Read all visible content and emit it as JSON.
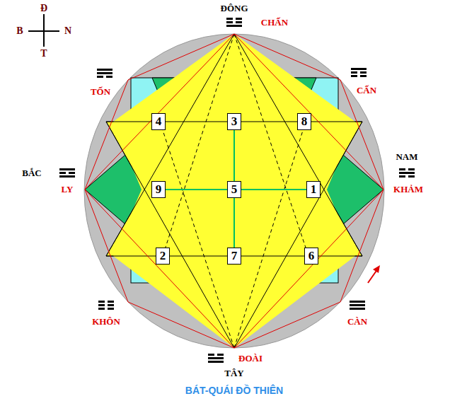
{
  "diagram": {
    "caption": "BÁT-QUÁI ĐỒ THIÊN",
    "nodes": [
      {
        "text": [
          "4"
        ]
      },
      {
        "text": [
          "3"
        ]
      },
      {
        "text": [
          "8"
        ]
      },
      {
        "text": [
          "9"
        ]
      },
      {
        "text": [
          "5"
        ]
      },
      {
        "text": [
          "1"
        ]
      },
      {
        "text": [
          "2"
        ]
      },
      {
        "text": [
          "7"
        ]
      },
      {
        "text": [
          "6"
        ]
      }
    ],
    "edges": [
      {
        "from": 1,
        "to": 4,
        "arrow": "none"
      },
      {
        "from": 4,
        "to": 7,
        "arrow": "none"
      },
      {
        "from": 3,
        "to": 4,
        "arrow": "none"
      },
      {
        "from": 4,
        "to": 5,
        "arrow": "none"
      }
    ],
    "labels": [
      "Đ",
      "B",
      "N",
      "T",
      "ĐÔNG",
      "CHẤN",
      "CẤN",
      "TỐN",
      "BẮC",
      "LY",
      "NAM",
      "KHẢM",
      "KHÔN",
      "CÀN",
      "ĐOÀI",
      "TÂY"
    ]
  }
}
